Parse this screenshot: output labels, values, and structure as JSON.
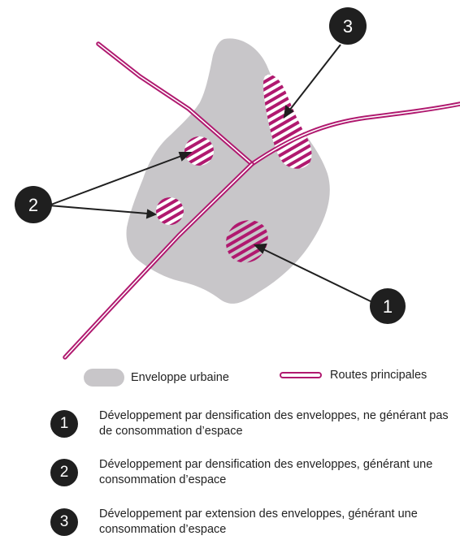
{
  "callouts": [
    {
      "number": "1"
    },
    {
      "number": "2"
    },
    {
      "number": "3"
    }
  ],
  "legend": {
    "envelope_label": "Enveloppe urbaine",
    "roads_label": "Routes principales"
  },
  "items": [
    {
      "number": "1",
      "text": "Développement par densification des enveloppes, ne générant pas de consommation d’espace"
    },
    {
      "number": "2",
      "text": "Développement par densification des enveloppes, générant une consommation d’espace"
    },
    {
      "number": "3",
      "text": "Développement par extension des enveloppes,  générant une consommation d’espace"
    }
  ],
  "colors": {
    "envelope": "#c8c6c9",
    "road": "#b0196f",
    "badge": "#1f1f1f"
  }
}
